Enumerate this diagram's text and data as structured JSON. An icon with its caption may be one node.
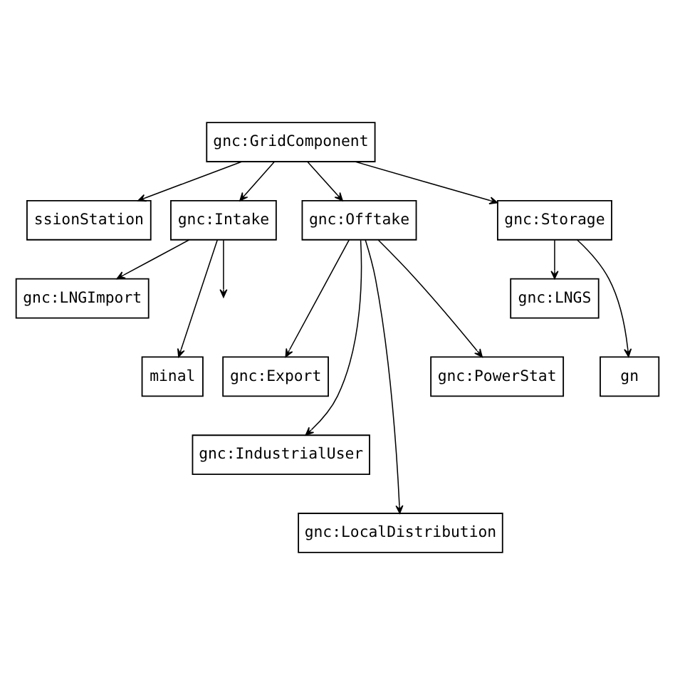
{
  "diagram": {
    "nodes": [
      {
        "text": [
          "gnc:GridComponent"
        ]
      },
      {
        "text": [
          "ssionStation"
        ]
      },
      {
        "text": [
          "gnc:Intake"
        ]
      },
      {
        "text": [
          "gnc:Offtake"
        ]
      },
      {
        "text": [
          "gnc:Storage"
        ]
      },
      {
        "text": [
          "gnc:LNGImport"
        ]
      },
      {
        "text": [
          "minal"
        ]
      },
      {
        "text": [
          "gnc:LNGS"
        ]
      },
      {
        "text": [
          "gn"
        ]
      },
      {
        "text": [
          "gnc:Export"
        ]
      },
      {
        "text": [
          "gnc:IndustrialUser"
        ]
      },
      {
        "text": [
          "gnc:LocalDistribution"
        ]
      },
      {
        "text": [
          "gnc:PowerStat"
        ]
      }
    ],
    "edges": [
      {
        "from": 0,
        "to": 1,
        "arrow": "to"
      },
      {
        "from": 0,
        "to": 2,
        "arrow": "to"
      },
      {
        "from": 0,
        "to": 3,
        "arrow": "to"
      },
      {
        "from": 0,
        "to": 4,
        "arrow": "to"
      },
      {
        "from": 2,
        "to": null,
        "arrow": "to"
      },
      {
        "from": 2,
        "to": 6,
        "arrow": "to"
      },
      {
        "from": 2,
        "to": 5,
        "arrow": "to"
      },
      {
        "from": 3,
        "to": 9,
        "arrow": "to"
      },
      {
        "from": 3,
        "to": 10,
        "arrow": "to"
      },
      {
        "from": 3,
        "to": 11,
        "arrow": "to"
      },
      {
        "from": 3,
        "to": 12,
        "arrow": "to"
      },
      {
        "from": 4,
        "to": 7,
        "arrow": "to"
      },
      {
        "from": 4,
        "to": 8,
        "arrow": "to"
      }
    ]
  }
}
